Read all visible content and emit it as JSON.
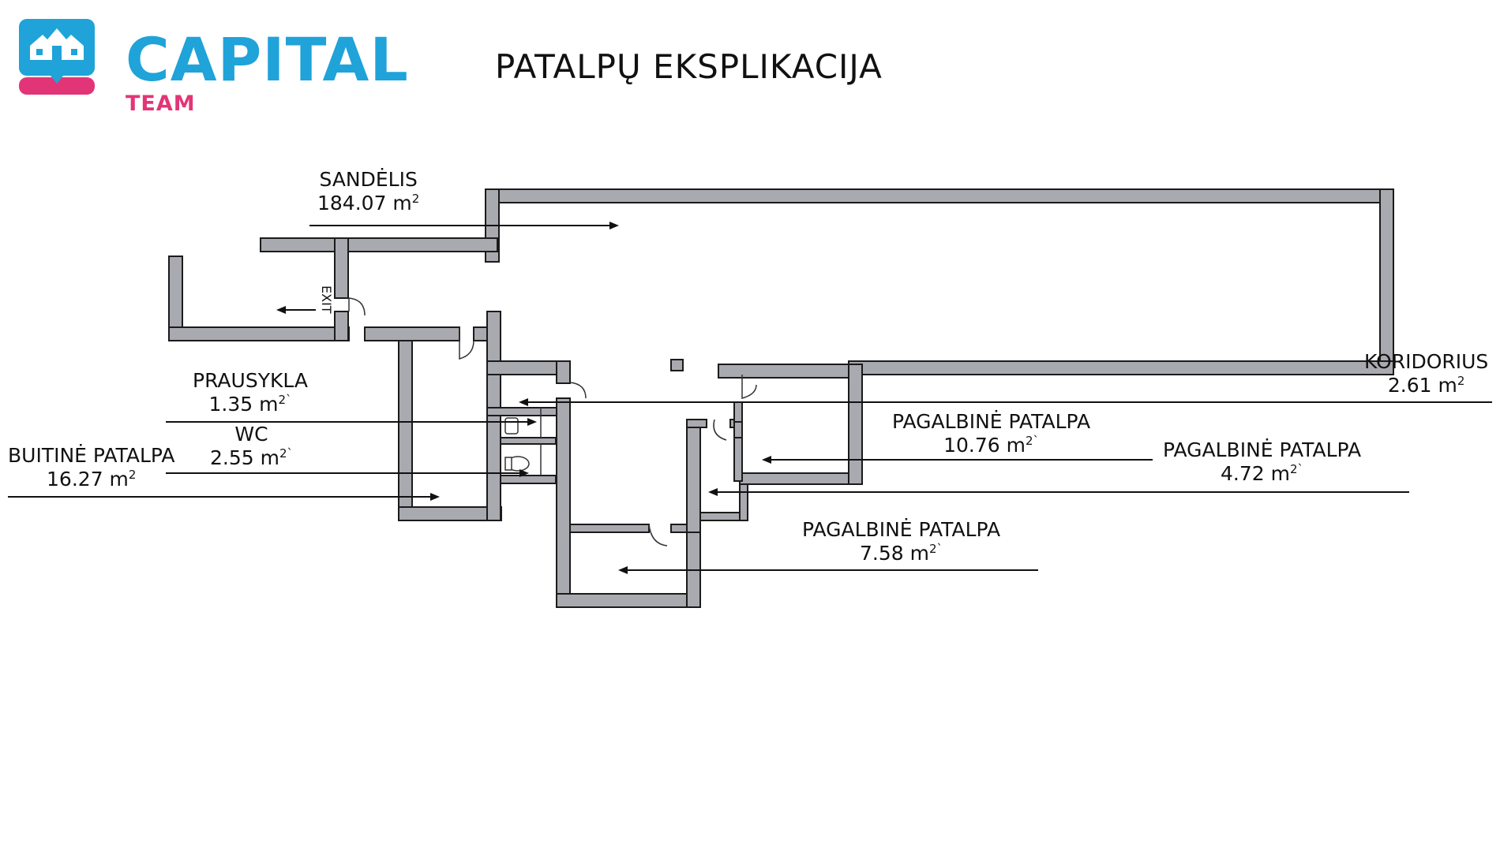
{
  "brand": {
    "name": "CAPITAL",
    "sub": "TEAM",
    "primary_color": "#1fa3d9",
    "accent_color": "#e23577"
  },
  "title": "PATALPŲ EKSPLIKACIJA",
  "exit_label": "EXIT",
  "rooms": [
    {
      "name": "SANDĖLIS",
      "area": "184.07 m",
      "unit_sup": "2"
    },
    {
      "name": "PRAUSYKLA",
      "area": "1.35 m",
      "unit_sup": "2`"
    },
    {
      "name": "WC",
      "area": "2.55 m",
      "unit_sup": "2`"
    },
    {
      "name": "BUITINĖ PATALPA",
      "area": "16.27 m",
      "unit_sup": "2"
    },
    {
      "name": "KORIDORIUS",
      "area": "2.61 m",
      "unit_sup": "2"
    },
    {
      "name": "PAGALBINĖ PATALPA",
      "area": "10.76 m",
      "unit_sup": "2`"
    },
    {
      "name": "PAGALBINĖ PATALPA",
      "area": "4.72 m",
      "unit_sup": "2`"
    },
    {
      "name": "PAGALBINĖ PATALPA",
      "area": "7.58 m",
      "unit_sup": "2`"
    }
  ]
}
